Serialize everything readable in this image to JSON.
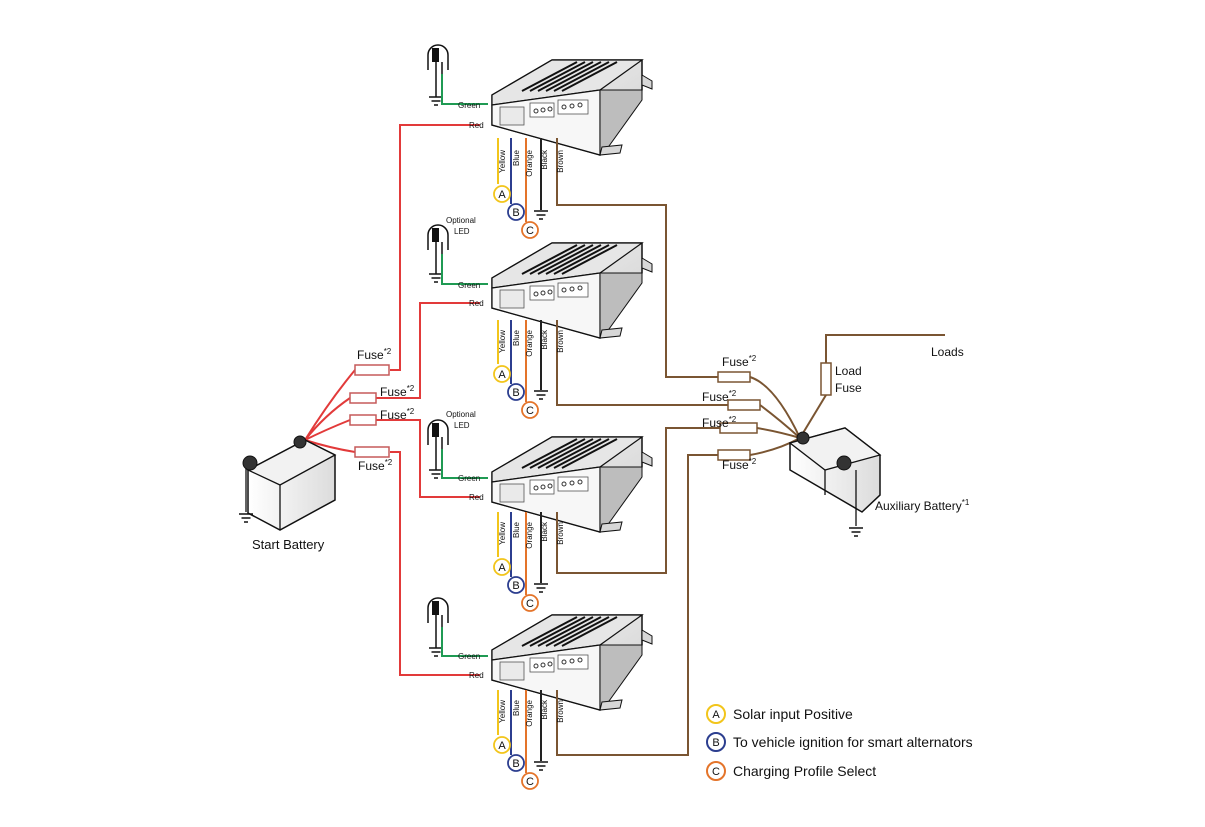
{
  "labels": {
    "start_battery": "Start Battery",
    "auxiliary_battery": "Auxiliary Battery",
    "aux_sup": "*1",
    "fuse": "Fuse",
    "fuse_sup": "*2",
    "load_fuse_line1": "Load",
    "load_fuse_line2": "Fuse",
    "loads": "Loads",
    "optional": "Optional",
    "led": "LED"
  },
  "wires": {
    "green": "Green",
    "red": "Red",
    "yellow": "Yellow",
    "blue": "Blue",
    "orange": "Orange",
    "black": "Black",
    "brown": "Brown"
  },
  "markers": {
    "a": "A",
    "b": "B",
    "c": "C"
  },
  "legend": [
    {
      "marker": "A",
      "text": "Solar input Positive",
      "color": "#f2c51b"
    },
    {
      "marker": "B",
      "text": "To vehicle ignition for smart alternators",
      "color": "#2c3e8f"
    },
    {
      "marker": "C",
      "text": "Charging Profile Select",
      "color": "#e4742a"
    }
  ],
  "colors": {
    "red": "#e23a3a",
    "green": "#1f9a53",
    "yellow": "#f2c51b",
    "blue": "#2c3e8f",
    "orange": "#e4742a",
    "black": "#222222",
    "brown": "#7a5532",
    "fuse": "#c55a5a"
  }
}
